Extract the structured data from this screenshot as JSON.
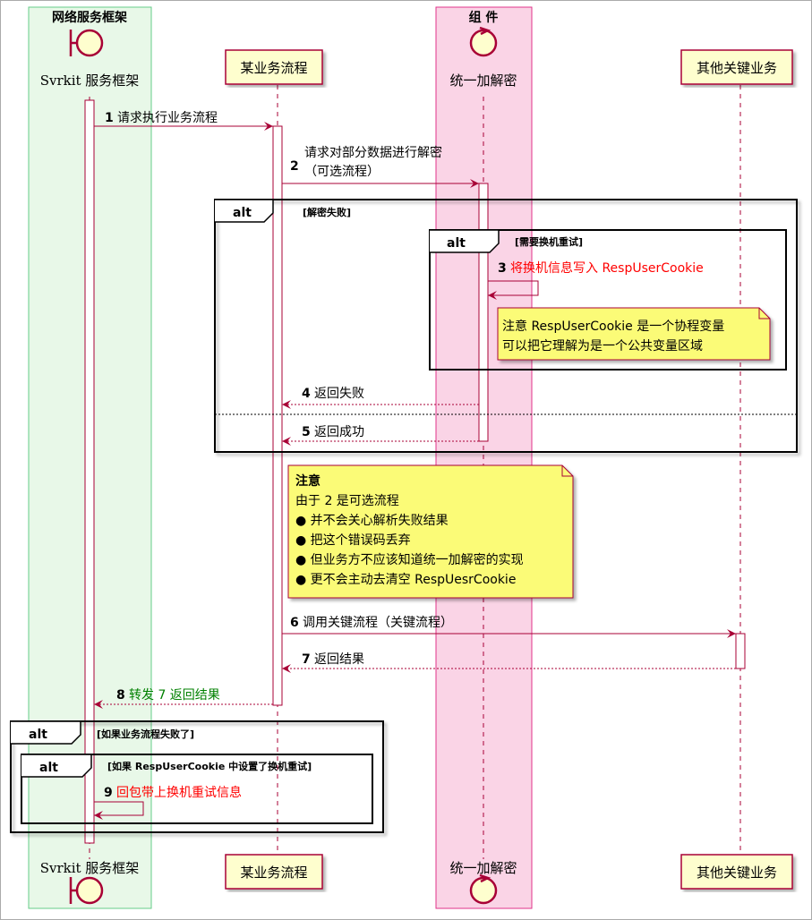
{
  "boxes": {
    "left_title": "网络服务框架",
    "mid_title": "组 件"
  },
  "participants": {
    "svrkit": "Svrkit 服务框架",
    "flow": "某业务流程",
    "decrypt": "统一加解密",
    "other": "其他关键业务"
  },
  "messages": [
    {
      "num": "1",
      "text": "请求执行业务流程"
    },
    {
      "num": "2",
      "text_line1": "请求对部分数据进行解密",
      "text_line2": "（可选流程）"
    },
    {
      "num": "3",
      "text": "将换机信息写入 RespUserCookie"
    },
    {
      "num": "4",
      "text": "返回失败"
    },
    {
      "num": "5",
      "text": "返回成功"
    },
    {
      "num": "6",
      "text": "调用关键流程（关键流程）"
    },
    {
      "num": "7",
      "text": "返回结果"
    },
    {
      "num": "8",
      "text": "转发 7 返回结果"
    },
    {
      "num": "9",
      "text": "回包带上换机重试信息"
    }
  ],
  "frames": {
    "alt_keyword": "alt",
    "outer_guard": "[解密失败]",
    "inner_guard": "[需要换机重试]",
    "bottom_outer_guard": "[如果业务流程失败了]",
    "bottom_inner_guard": "[如果 RespUserCookie 中设置了换机重试]"
  },
  "notes": {
    "note1_line1": "注意 RespUserCookie 是一个协程变量",
    "note1_line2": "可以把它理解为是一个公共变量区域",
    "note2_title": "注意",
    "note2_lines": [
      "由于 2 是可选流程",
      "● 并不会关心解析失败结果",
      "● 把这个错误码丢弃",
      "● 但业务方不应该知道统一加解密的实现",
      "● 更不会主动去清空 RespUesrCookie"
    ]
  },
  "colors": {
    "box_left_bg": "#E8F8E8",
    "box_left_border": "#66CC88",
    "box_mid_bg": "#FAD4E6",
    "box_mid_border": "#E0338A",
    "participant_bg": "#FEFECE",
    "participant_border": "#A80036",
    "arrow": "#A80036",
    "note_bg": "#FBFB77",
    "red_text": "#FF0000",
    "green_text": "#008000"
  }
}
